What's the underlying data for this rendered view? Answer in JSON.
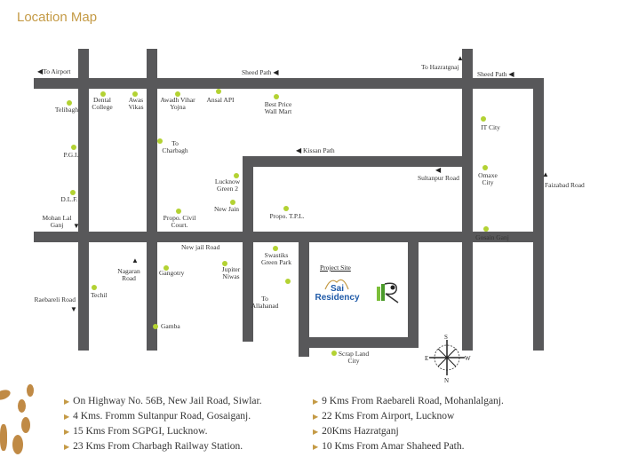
{
  "title": "Location Map",
  "colors": {
    "road": "#58585a",
    "landmark_dot": "#b3d233",
    "accent": "#c49a45",
    "brand_blue": "#1f5aa8"
  },
  "roads": {
    "to_airport": "To Airport",
    "sheed_path_top": "Sheed Path",
    "sheed_path_right": "Sheed Path",
    "to_hazratganj": "To Hazratgnaj",
    "kissan_path": "Kissan Path",
    "sultanpur_road": "Sultanpur Road",
    "faizabad_road": "Faizabad Road",
    "new_jail_road": "New jail Road",
    "mohan_lal_ganj": "Mohan Lal\nGanj",
    "nagaran_road": "Nagaran\nRoad",
    "raebareli_road": "Raebareli Road",
    "to_allahabad": "To\nAllahanad",
    "to_charbagh": "To\nCharbagh"
  },
  "places": {
    "telibagh": "Telibagh",
    "dental_college": "Dental\nCollege",
    "awas_vikas": "Awas\nVikas",
    "awadh_vihar": "Awadh Vihar\nYojna",
    "ansal_api": "Ansal API",
    "best_price": "Best Price\nWall Mart",
    "pgi": "P.G.I.",
    "dlf": "D.L.F.",
    "lucknow_green": "Lucknow\nGreen 2",
    "new_jain": "New Jain",
    "civil_court": "Propo. Civil\nCourt.",
    "tpl": "Propo. T.P.L.",
    "it_city": "IT City",
    "omaxe_city": "Omaxe\nCity",
    "gosain_ganj": "Gosain Ganj",
    "swastiks": "Swastiks\nGreen Park",
    "gangotry": "Gangotry",
    "jupiter_niwas": "Jupiter\nNiwas",
    "techil": "Techil",
    "gamba": "Gamba",
    "scrap_land": "Scrap Land\nCity"
  },
  "project": {
    "label": "Project Site",
    "logo_text": "Sai\nResidency"
  },
  "compass": {
    "n": "N",
    "s": "S",
    "e": "E",
    "w": "W"
  },
  "highlights_left": [
    "On Highway No. 56B, New Jail Road, Siwlar.",
    "4 Kms. Fromm Sultanpur Road, Gosaiganj.",
    "15 Kms From SGPGI, Lucknow.",
    "23 Kms From Charbagh Railway Station."
  ],
  "highlights_right": [
    "9 Kms From Raebareli Road, Mohanlalganj.",
    "22 Kms From Airport, Lucknow",
    "20Kms Hazratganj",
    "10 Kms From Amar Shaheed Path."
  ]
}
